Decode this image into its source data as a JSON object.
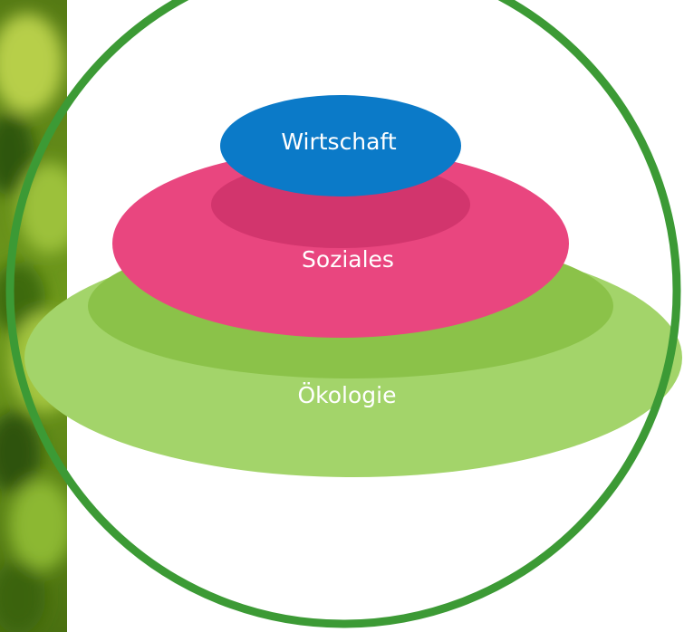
{
  "diagram": {
    "layers": [
      {
        "id": "wirtschaft",
        "label": "Wirtschaft",
        "color": "#0b7ac8",
        "inner_color": "#0b7ac8"
      },
      {
        "id": "soziales",
        "label": "Soziales",
        "color": "#e9467f",
        "inner_color": "#d2356d"
      },
      {
        "id": "oekologie",
        "label": "Ökologie",
        "color": "#a3d46a",
        "inner_color": "#8bc249"
      }
    ],
    "ring_color": "#3c9a35",
    "background_strip_colors": [
      "#2f5a0c",
      "#a9c53a",
      "#6b9a12"
    ]
  }
}
